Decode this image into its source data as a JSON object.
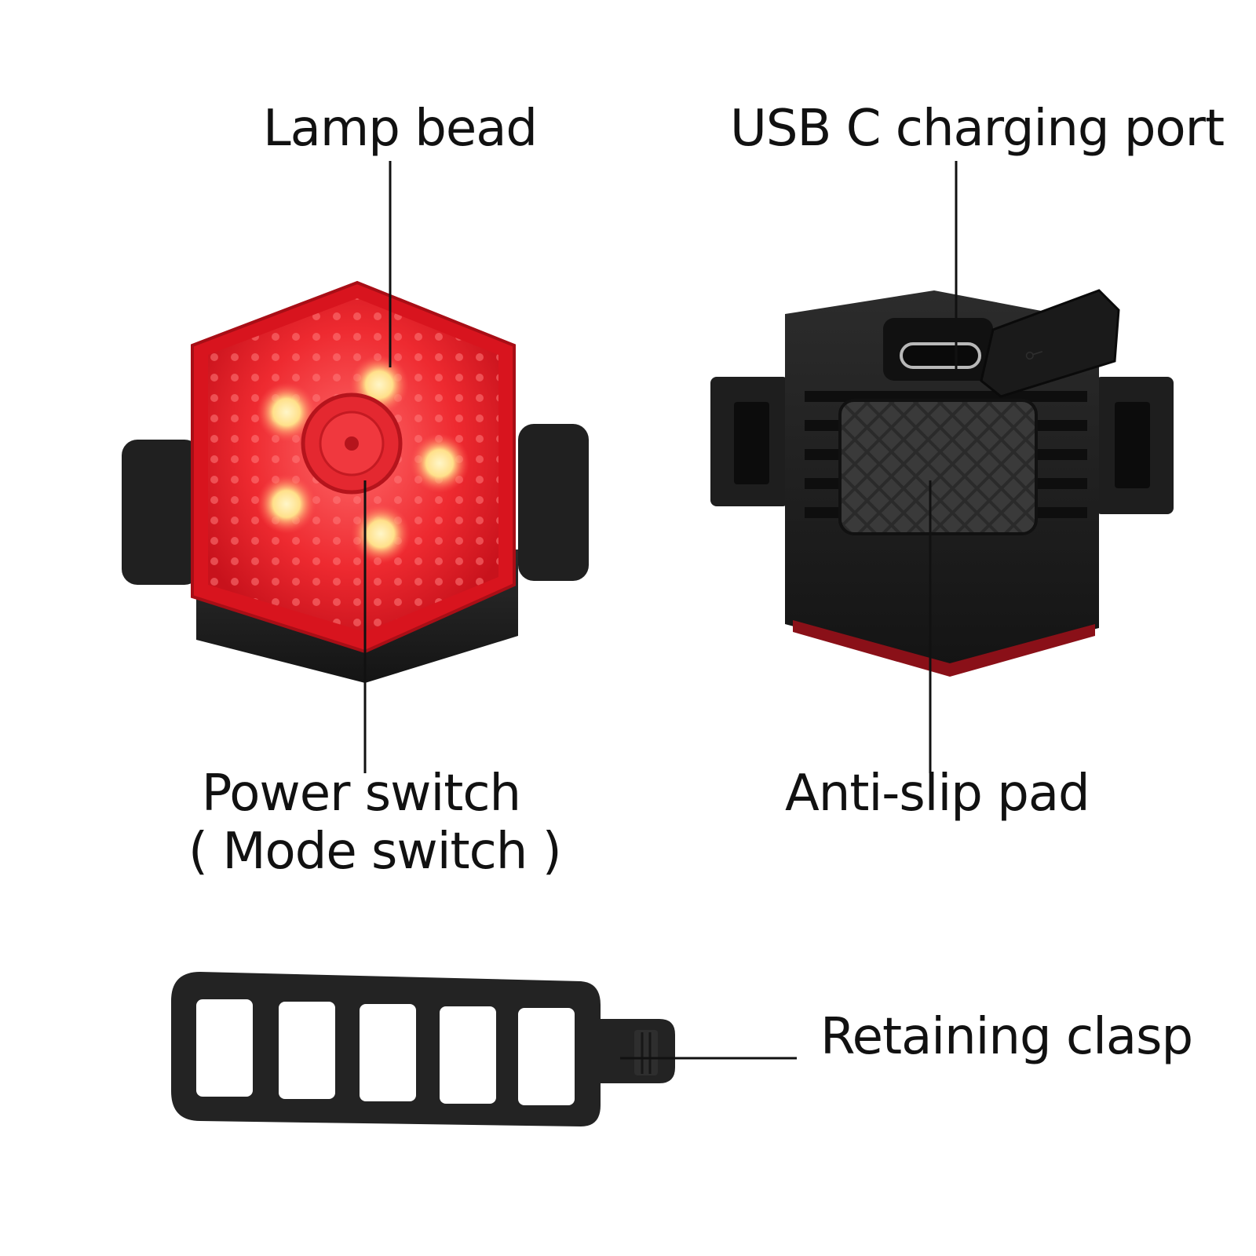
{
  "labels": {
    "lamp_bead": "Lamp bead",
    "usb_port": "USB C charging port",
    "power_switch_line1": "Power switch",
    "power_switch_line2": "( Mode switch )",
    "anti_slip_pad": "Anti-slip pad",
    "retaining_clasp": "Retaining clasp"
  },
  "colors": {
    "background": "#ffffff",
    "lens_red": "#e8202a",
    "lens_bright": "#ff5a5a",
    "led_glow": "#ffe9a0",
    "body_black": "#1c1c1c",
    "rubber_black": "#222222",
    "leader_line": "#111111"
  }
}
